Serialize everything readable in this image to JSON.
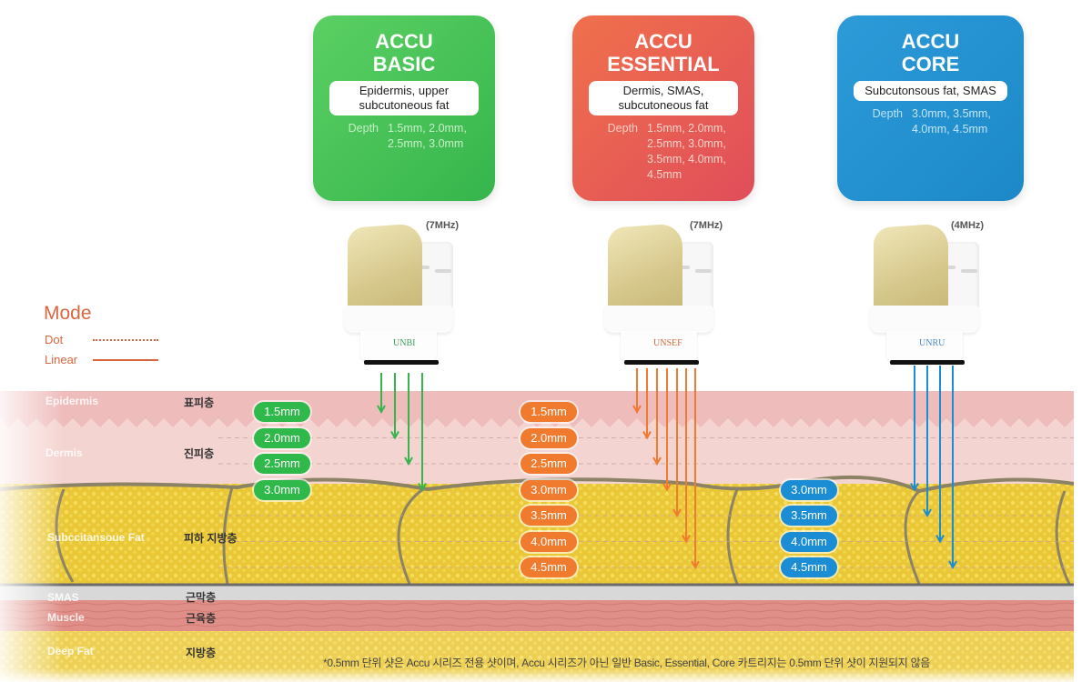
{
  "cartridges": [
    {
      "name_line1": "ACCU",
      "name_line2": "BASIC",
      "target": "Epidermis, upper subcutoneous fat",
      "depth_label": "Depth",
      "depth_values": "1.5mm, 2.0mm, 2.5mm, 3.0mm",
      "frequency": "(7MHz)",
      "logo": "UNBI",
      "color": "#35b54c",
      "depths_mm": [
        "1.5mm",
        "2.0mm",
        "2.5mm",
        "3.0mm"
      ]
    },
    {
      "name_line1": "ACCU",
      "name_line2": "ESSENTIAL",
      "target": "Dermis, SMAS, subcutoneous fat",
      "depth_label": "Depth",
      "depth_values": "1.5mm, 2.0mm, 2.5mm, 3.0mm, 3.5mm, 4.0mm, 4.5mm",
      "frequency": "(7MHz)",
      "logo": "UNSEF",
      "color": "#f07a2e",
      "depths_mm": [
        "1.5mm",
        "2.0mm",
        "2.5mm",
        "3.0mm",
        "3.5mm",
        "4.0mm",
        "4.5mm"
      ]
    },
    {
      "name_line1": "ACCU",
      "name_line2": "CORE",
      "target": "Subcutonsous fat, SMAS",
      "depth_label": "Depth",
      "depth_values": "3.0mm, 3.5mm, 4.0mm, 4.5mm",
      "frequency": "(4MHz)",
      "logo": "UNRU",
      "color": "#1a8dd4",
      "depths_mm": [
        "3.0mm",
        "3.5mm",
        "4.0mm",
        "4.5mm"
      ]
    }
  ],
  "mode_legend": {
    "title": "Mode",
    "dot_label": "Dot",
    "linear_label": "Linear",
    "color": "#d9663f"
  },
  "layers": [
    {
      "en": "Epidermis",
      "ko": "표피층"
    },
    {
      "en": "Dermis",
      "ko": "진피층"
    },
    {
      "en": "Subccitansoue Fat",
      "ko": "피하 지방층"
    },
    {
      "en": "SMAS",
      "ko": "근막층"
    },
    {
      "en": "Muscle",
      "ko": "근육층"
    },
    {
      "en": "Deep Fat",
      "ko": "지방층"
    }
  ],
  "footnote": "*0.5mm 단위 샷은 Accu 시리즈 전용 샷이며, Accu 시리즈가 아닌 일반 Basic, Essential, Core 카트리지는 0.5mm 단위 샷이 지원되지 않음"
}
